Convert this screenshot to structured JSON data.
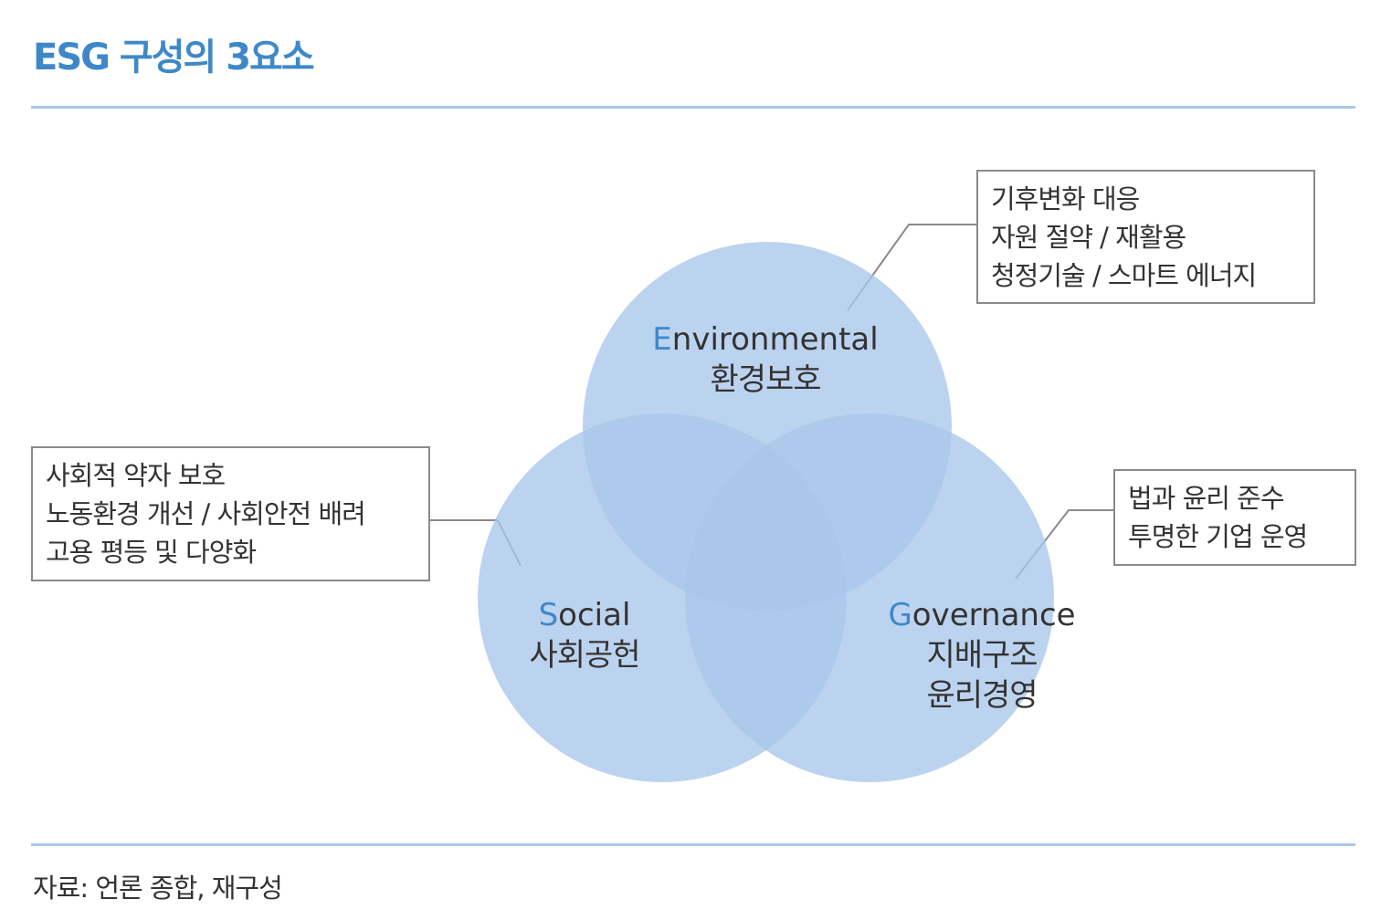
{
  "title": "ESG 구성의 3요소",
  "source": "자료: 언론 종합, 재구성",
  "colors": {
    "accent": "#3f88c8",
    "circle_fill": "#a9c6ea",
    "rule": "#a9c8e8",
    "callout_border": "#8a8a8a"
  },
  "circles": {
    "environmental": {
      "initial": "E",
      "rest": "nvironmental",
      "korean_lines": [
        "환경보호"
      ]
    },
    "social": {
      "initial": "S",
      "rest": "ocial",
      "korean_lines": [
        "사회공헌"
      ]
    },
    "governance": {
      "initial": "G",
      "rest": "overnance",
      "korean_lines": [
        "지배구조",
        "윤리경영"
      ]
    }
  },
  "callouts": {
    "environmental": [
      "기후변화 대응",
      "자원 절약 / 재활용",
      "청정기술 / 스마트 에너지"
    ],
    "social": [
      "사회적 약자 보호",
      "노동환경 개선 / 사회안전 배려",
      "고용 평등 및 다양화"
    ],
    "governance": [
      "법과 윤리 준수",
      "투명한 기업 운영"
    ]
  }
}
